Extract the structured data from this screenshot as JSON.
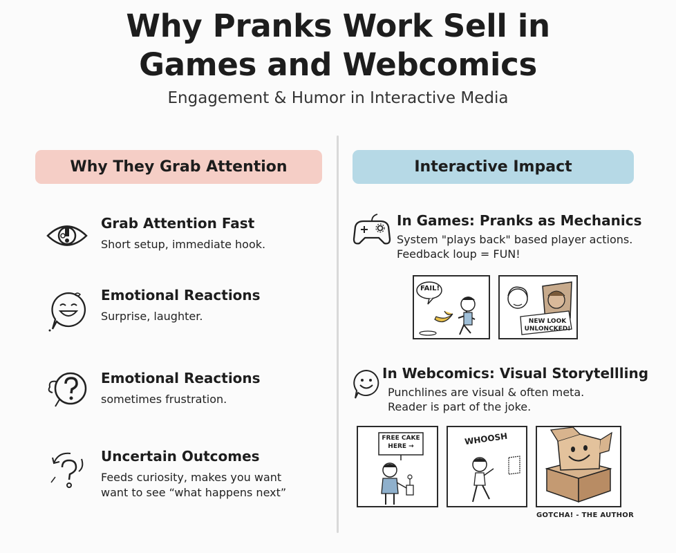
{
  "header": {
    "title_line1": "Why Pranks Work Sell in",
    "title_line2": "Games and Webcomics",
    "subtitle": "Engagement & Humor in Interactive Media"
  },
  "left": {
    "heading": "Why They Grab Attention",
    "items": [
      {
        "title": "Grab Attention Fast",
        "lines": [
          "Short setup, immediate hook."
        ],
        "icon": "eye-icon"
      },
      {
        "title": "Emotional Reactions",
        "lines": [
          "Surprise, laughter."
        ],
        "icon": "laughing-face-icon"
      },
      {
        "title": "Emotional Reactions",
        "lines": [
          "sometimes frustration."
        ],
        "icon": "question-speech-icon"
      },
      {
        "title": "Uncertain Outcomes",
        "lines": [
          "Feeds curiosity, makes you want",
          "want to see “what happens next”"
        ],
        "icon": "question-arrows-icon"
      }
    ]
  },
  "right": {
    "heading": "Interactive Impact",
    "games": {
      "title": "In Games: Pranks as Mechanics",
      "lines": [
        "System \"plays back\" based player actions.",
        "Feedback loup = FUN!"
      ],
      "icon": "gamepad-icon",
      "panel1_bubble": "FAIL!",
      "panel2_sign": "NEW LOOK UNLONCKED!"
    },
    "comics": {
      "title": "In Webcomics: Visual Storytellling",
      "lines": [
        "Punchlines are visual & often meta.",
        "Reader is part of the joke."
      ],
      "icon": "smiley-bubble-icon",
      "panel1_sign": "FREE CAKE HERE →",
      "panel2_sfx": "WHOOSH",
      "caption": "GOTCHA! - THE AUTHOR"
    }
  },
  "colors": {
    "left_pill": "#f5cec6",
    "right_pill": "#b6d9e6",
    "divider": "#d9d9d9"
  }
}
